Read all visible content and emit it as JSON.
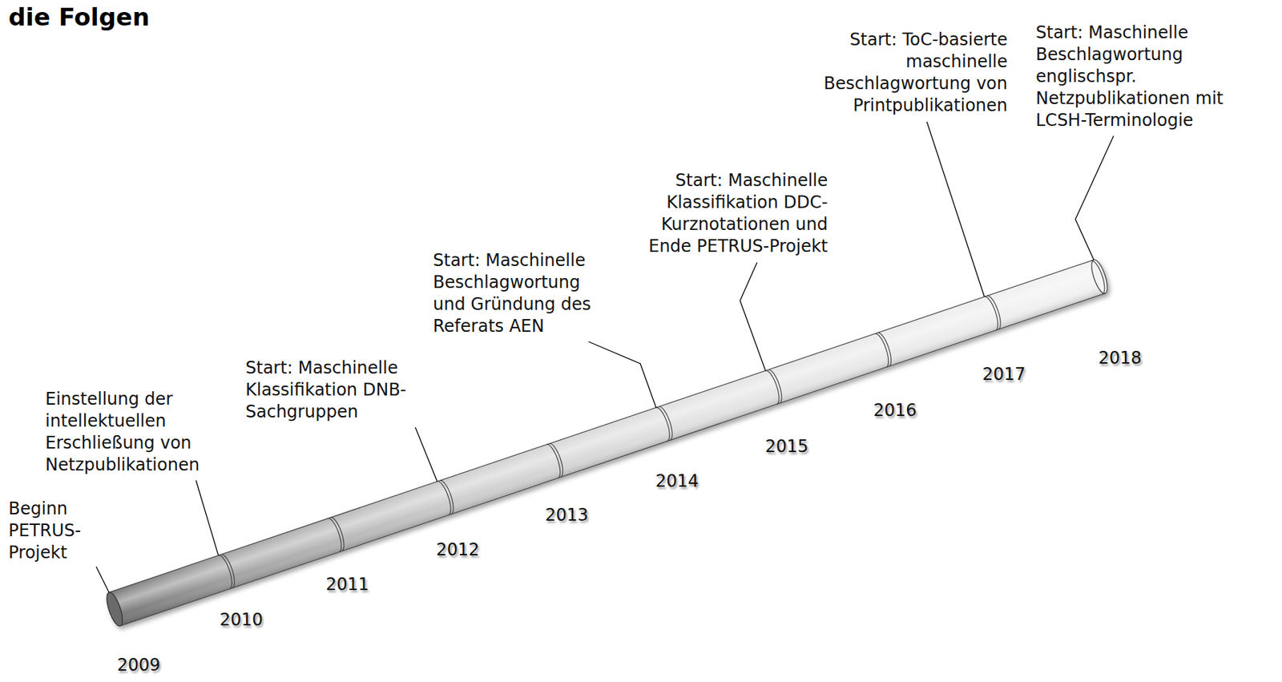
{
  "diagram": {
    "title": "die Folgen",
    "labels": [
      "Beginn PETRUS-Projekt",
      "Einstellung der intellektuellen Erschließung von Netzpublikationen",
      "Start: Maschinelle Klassifikation DNB-Sachgruppen",
      "Start: Maschinelle Beschlagwortung und Gründung des Referats AEN",
      "Start: Maschinelle Klassifikation DDC-Kurznotationen und Ende PETRUS-Projekt",
      "Start: ToC-basierte maschinelle Beschlagwortung von Printpublikationen",
      "Start: Maschinelle Beschlagwortung englischspr. Netzpublikationen mit LCSH-Terminologie",
      "2009",
      "2010",
      "2011",
      "2012",
      "2013",
      "2014",
      "2015",
      "2016",
      "2017",
      "2018"
    ]
  }
}
